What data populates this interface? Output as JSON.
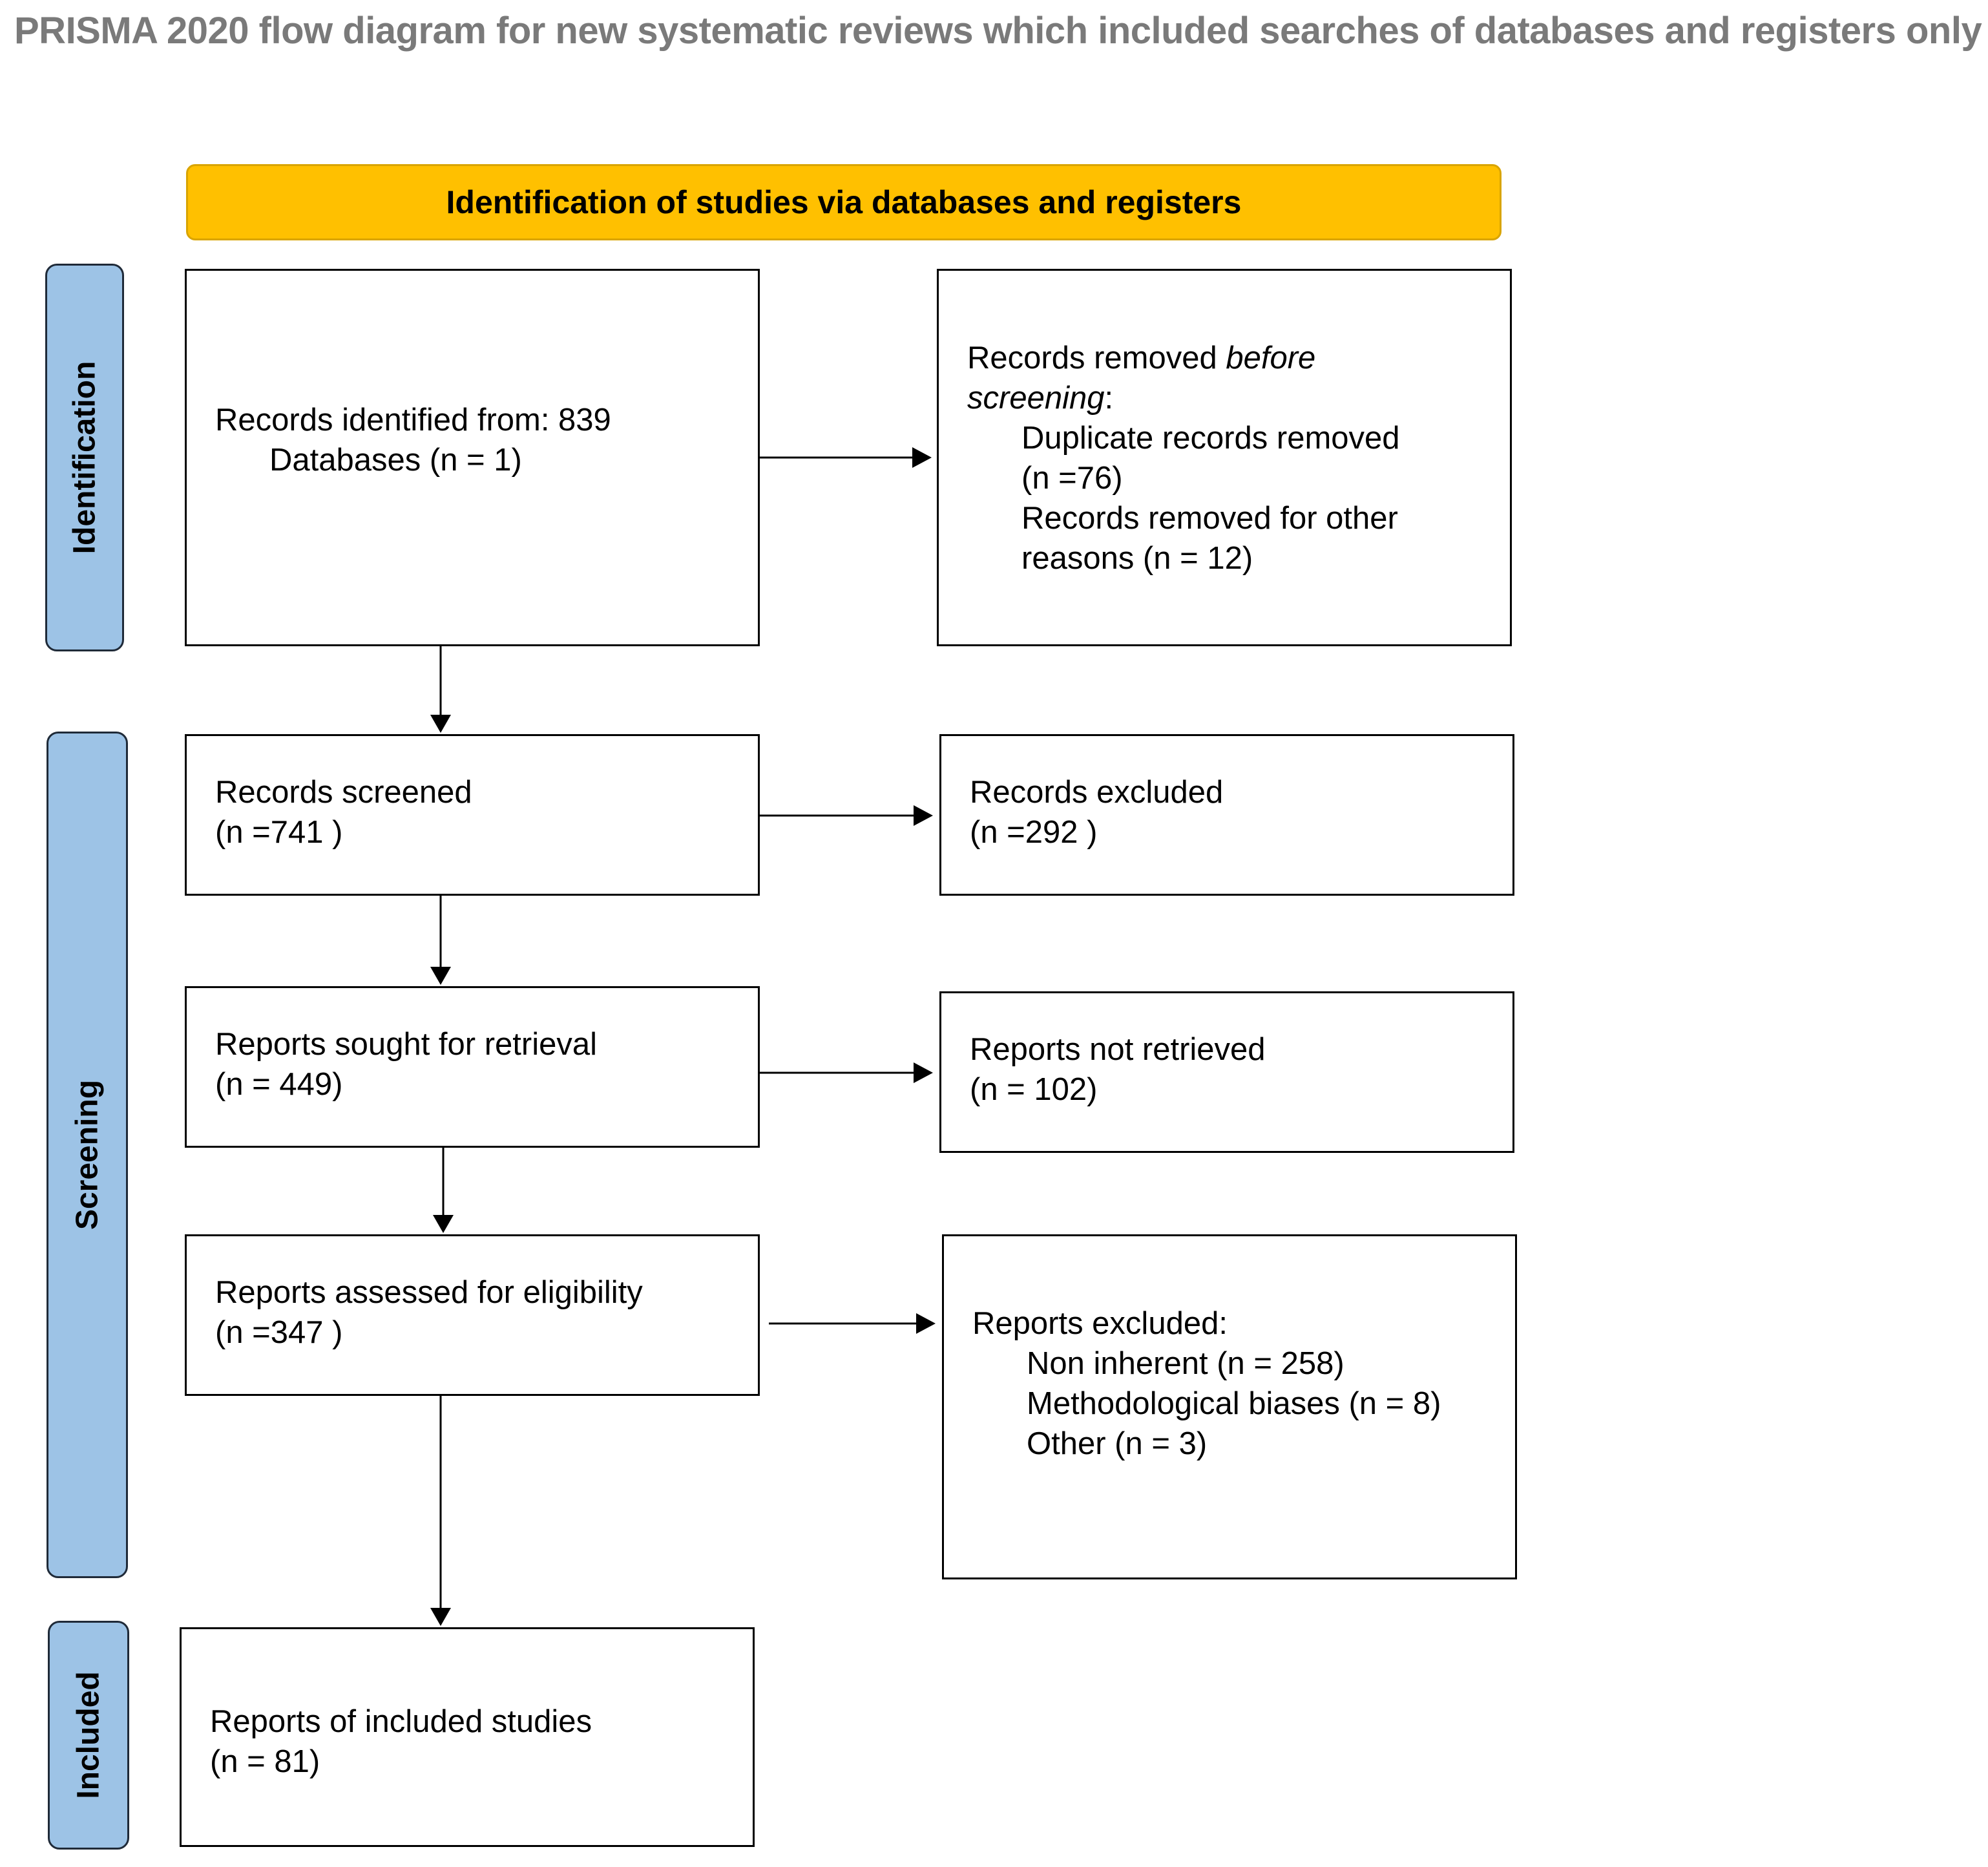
{
  "title": "PRISMA 2020 flow diagram for new systematic reviews which included searches of databases and registers only",
  "banner": "Identification of studies via databases and registers",
  "phases": {
    "identification": "Identification",
    "screening": "Screening",
    "included": "Included"
  },
  "boxes": {
    "identified": {
      "line1": "Records identified from: 839",
      "line2": "Databases (n = 1)"
    },
    "removed": {
      "line1_a": "Records removed ",
      "line1_b": "before",
      "line2_a": "screening",
      "line2_b": ":",
      "line3": "Duplicate records removed",
      "line4": "(n =76)",
      "line5": "Records removed for other",
      "line6": "reasons (n = 12)"
    },
    "screened": {
      "line1": "Records screened",
      "line2": "(n =741 )"
    },
    "excluded": {
      "line1": "Records excluded",
      "line2": "(n =292 )"
    },
    "sought": {
      "line1": "Reports sought for retrieval",
      "line2": "(n = 449)"
    },
    "not_retrieved": {
      "line1": "Reports not retrieved",
      "line2": "(n = 102)"
    },
    "assessed": {
      "line1": "Reports assessed for eligibility",
      "line2": "(n =347 )"
    },
    "reports_excluded": {
      "line1": "Reports excluded:",
      "line2": "Non inherent (n = 258)",
      "line3": "Methodological biases (n = 8)",
      "line4": "Other  (n = 3)"
    },
    "included": {
      "line1": "Reports of included studies",
      "line2": "(n = 81)"
    }
  }
}
